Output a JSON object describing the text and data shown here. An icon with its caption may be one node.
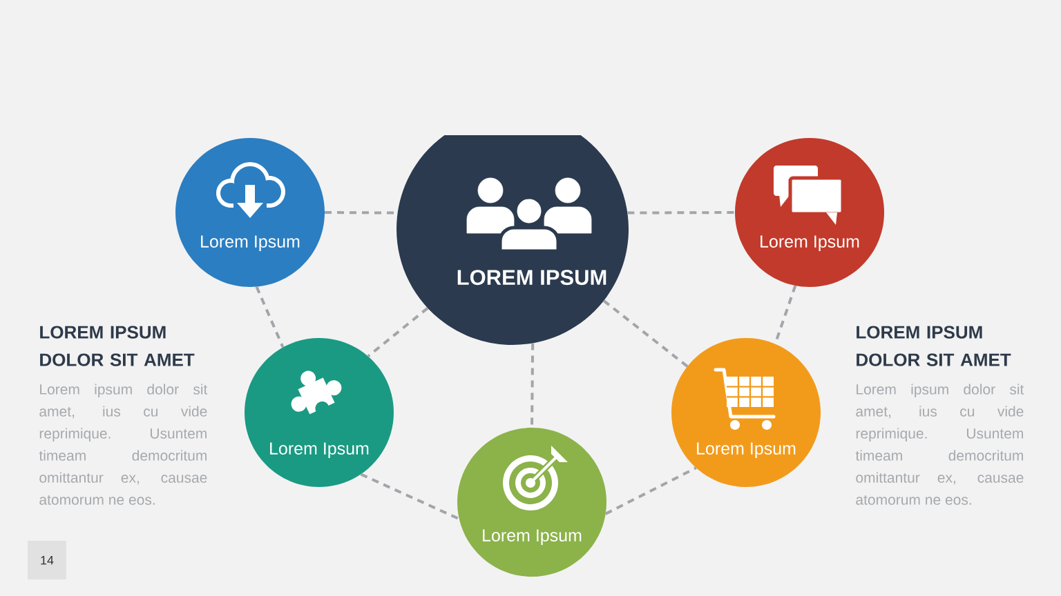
{
  "diagram": {
    "nodes": [
      {
        "text": [
          "Lorem Ipsum"
        ]
      },
      {
        "text": [
          "LOREM IPSUM"
        ]
      },
      {
        "text": [
          "Lorem Ipsum"
        ]
      },
      {
        "text": [
          "Lorem Ipsum"
        ]
      },
      {
        "text": [
          "Lorem Ipsum"
        ]
      },
      {
        "text": [
          "Lorem Ipsum"
        ]
      },
      {
        "text": [
          "14"
        ]
      }
    ],
    "edges": [
      {
        "from": 0,
        "to": 1,
        "arrow": "none",
        "style": "dashed"
      },
      {
        "from": 1,
        "to": 2,
        "arrow": "none",
        "style": "dashed"
      },
      {
        "from": 0,
        "to": 3,
        "arrow": "none",
        "style": "dashed"
      },
      {
        "from": 1,
        "to": 3,
        "arrow": "none",
        "style": "dashed"
      },
      {
        "from": 1,
        "to": 5,
        "arrow": "none",
        "style": "dashed"
      },
      {
        "from": 1,
        "to": 4,
        "arrow": "none",
        "style": "dashed"
      },
      {
        "from": 2,
        "to": 4,
        "arrow": "none",
        "style": "dashed"
      },
      {
        "from": 3,
        "to": 5,
        "arrow": "none",
        "style": "dashed"
      },
      {
        "from": 5,
        "to": 4,
        "arrow": "none",
        "style": "dashed"
      }
    ],
    "labels": [
      "LOREM IPSUM DOLOR SIT AMET",
      "Lorem ipsum dolor sit amet, ius cu vide reprimique. Usuntem timeam democritum omittantur ex, causae atomorum ne eos.",
      "LOREM IPSUM DOLOR SIT AMET",
      "Lorem ipsum dolor sit amet, ius cu vide reprimique. Usuntem timeam democritum omittantur ex, causae atomorum ne eos."
    ]
  }
}
